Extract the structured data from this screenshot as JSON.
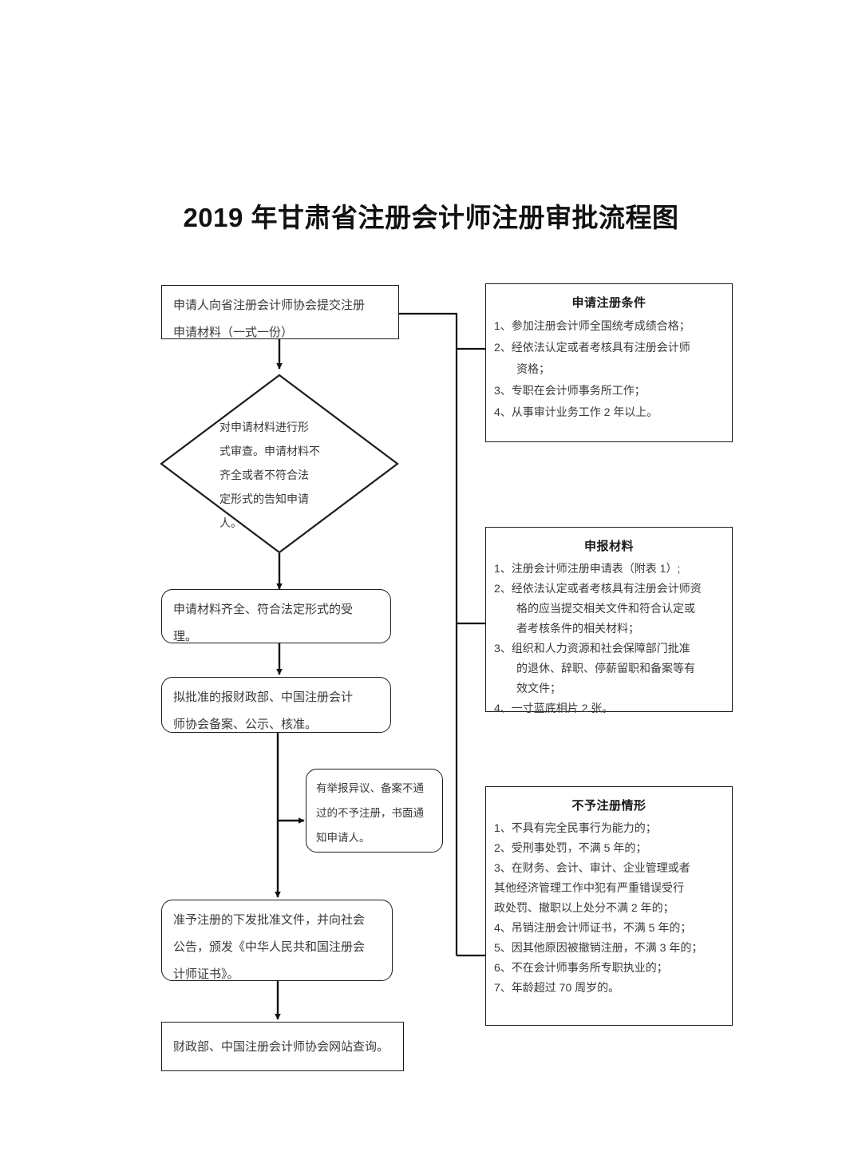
{
  "title": "2019 年甘肃省注册会计师注册审批流程图",
  "flow": {
    "nodes": [
      {
        "id": "submit",
        "shape": "rect",
        "text": "申请人向省注册会计师协会提交注册\n申请材料（一式一份）"
      },
      {
        "id": "review",
        "shape": "diamond",
        "text": "对申请材料进行形\n式审查。申请材料不\n齐全或者不符合法\n定形式的告知申请\n人。"
      },
      {
        "id": "accept",
        "shape": "round",
        "text": "申请材料齐全、符合法定形式的受\n理。"
      },
      {
        "id": "approve-prep",
        "shape": "round",
        "text": "拟批准的报财政部、中国注册会计\n师协会备案、公示、核准。"
      },
      {
        "id": "reject-notice",
        "shape": "round",
        "text": "有举报异议、备案不通\n过的不予注册，书面通\n知申请人。"
      },
      {
        "id": "issue-cert",
        "shape": "round",
        "text": "准予注册的下发批准文件，并向社会\n公告，颁发《中华人民共和国注册会\n计师证书》。"
      },
      {
        "id": "website-query",
        "shape": "rect",
        "text": "财政部、中国注册会计师协会网站查询。"
      }
    ]
  },
  "panels": [
    {
      "id": "conditions",
      "title": "申请注册条件",
      "items": [
        "1、参加注册会计师全国统考成绩合格；",
        "2、经依法认定或者考核具有注册会计师\n　　资格；",
        "3、专职在会计师事务所工作；",
        "4、从事审计业务工作 2 年以上。"
      ]
    },
    {
      "id": "materials",
      "title": "申报材料",
      "items": [
        "1、注册会计师注册申请表（附表 1）;",
        "2、经依法认定或者考核具有注册会计师资\n　　格的应当提交相关文件和符合认定或\n　　者考核条件的相关材料；",
        "3、组织和人力资源和社会保障部门批准\n　　的退休、辞职、停薪留职和备案等有\n　　效文件；",
        "4、一寸蓝底相片 2 张。"
      ]
    },
    {
      "id": "non-registration",
      "title": "不予注册情形",
      "items": [
        "1、不具有完全民事行为能力的；",
        "2、受刑事处罚，不满 5 年的；",
        "3、在财务、会计、审计、企业管理或者",
        "其他经济管理工作中犯有严重错误受行",
        "政处罚、撤职以上处分不满 2 年的；",
        "4、吊销注册会计师证书，不满 5 年的；",
        "5、因其他原因被撤销注册，不满 3 年的；",
        "6、不在会计师事务所专职执业的；",
        "7、年龄超过 70 周岁的。"
      ]
    }
  ],
  "colors": {
    "stroke": "#1c1c1c",
    "text": "#3a3a3a",
    "background": "#ffffff"
  }
}
